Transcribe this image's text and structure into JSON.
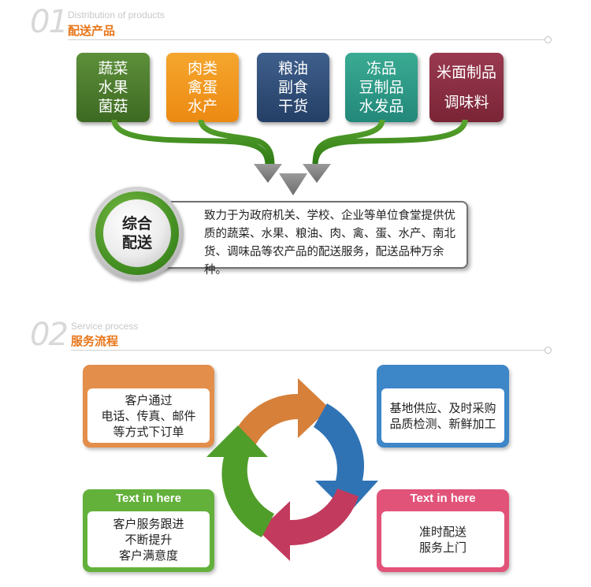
{
  "section1": {
    "number": "01",
    "subtitle_en": "Distribution of products",
    "title_cn": "配送产品"
  },
  "products": [
    {
      "lines": [
        "蔬菜",
        "水果",
        "菌菇"
      ],
      "color": "#4a7a2b"
    },
    {
      "lines": [
        "肉类",
        "禽蛋",
        "水产"
      ],
      "color": "#f19a1e"
    },
    {
      "lines": [
        "粮油",
        "副食",
        "干货"
      ],
      "color": "#2d4a72"
    },
    {
      "lines": [
        "冻品",
        "豆制品",
        "水发品"
      ],
      "color": "#2f9a84"
    },
    {
      "lines": [
        "米面制品",
        "",
        "调味料"
      ],
      "color": "#8a2f43"
    }
  ],
  "center": {
    "label_lines": [
      "综合",
      "配送"
    ],
    "description": "致力于为政府机关、学校、企业等单位食堂提供优质的蔬菜、水果、粮油、肉、禽、蛋、水产、南北货、调味品等农产品的配送服务，配送品种万余种。"
  },
  "section2": {
    "number": "02",
    "subtitle_en": "Service process",
    "title_cn": "服务流程"
  },
  "process": [
    {
      "header": "",
      "lines": [
        "客户通过",
        "电话、传真、邮件",
        "等方式下订单"
      ],
      "color": "#e38e4b"
    },
    {
      "header": "",
      "lines": [
        "基地供应、及时采购",
        "品质检测、新鲜加工"
      ],
      "color": "#3d86c8"
    },
    {
      "header": "Text in here",
      "lines": [
        "准时配送",
        "服务上门"
      ],
      "color": "#e2537a"
    },
    {
      "header": "Text in here",
      "lines": [
        "客户服务跟进",
        "不断提升",
        "客户满意度"
      ],
      "color": "#63b13b"
    }
  ],
  "colors": {
    "arrow_green": "#3e8a1f",
    "arrow_grey": "#7d7d7d",
    "accent_orange": "#e8761a",
    "cycle_orange": "#d6803a",
    "cycle_blue": "#2f73b5",
    "cycle_pink": "#c23a5d",
    "cycle_green": "#4f9e2a"
  }
}
